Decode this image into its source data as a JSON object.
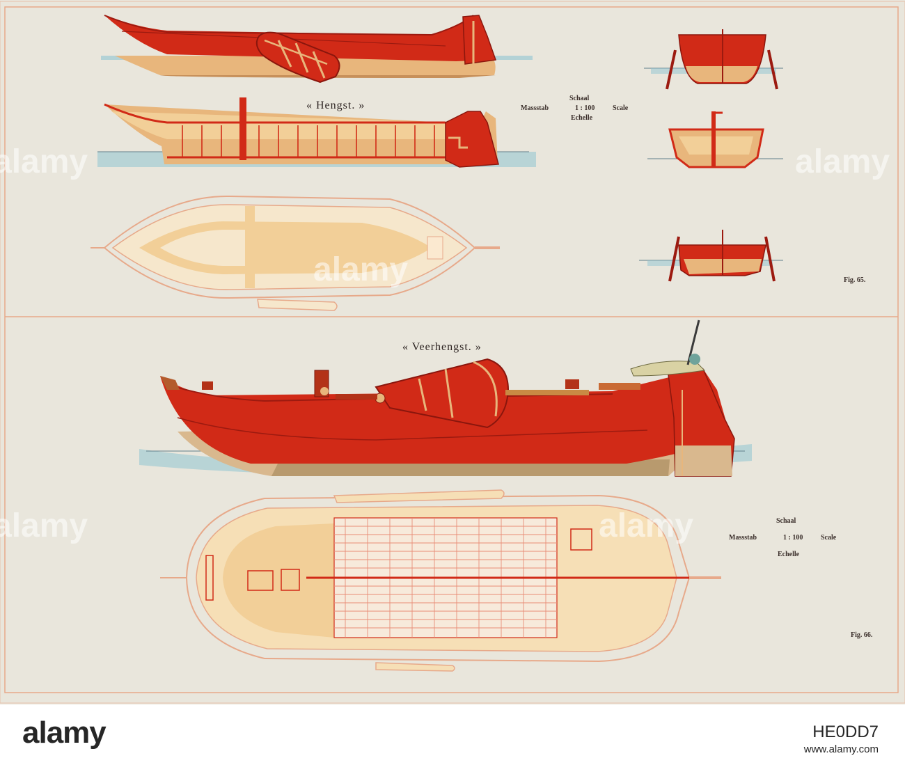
{
  "plate": {
    "hengst_title": "« Hengst. »",
    "veerhengst_title": "« Veerhengst. »",
    "scale_top": {
      "schaal": "Schaal",
      "massstab": "Massstab",
      "ratio": "1 : 100",
      "scale": "Scale",
      "echelle": "Echelle"
    },
    "scale_bottom": {
      "schaal": "Schaal",
      "massstab": "Massstab",
      "ratio": "1 : 100",
      "scale": "Scale",
      "echelle": "Echelle"
    },
    "fig65": "Fig. 65.",
    "fig66": "Fig. 66."
  },
  "watermark": {
    "logo": "alamy",
    "image_id": "HE0DD7",
    "url": "www.alamy.com"
  },
  "colors": {
    "paper": "#e9e6dc",
    "hull_red": "#d12a17",
    "hull_dark": "#9c1a10",
    "below_water": "#e8b67c",
    "deck_tan": "#f2cf98",
    "water": "#8fc4d2",
    "border": "#e7a98a"
  }
}
